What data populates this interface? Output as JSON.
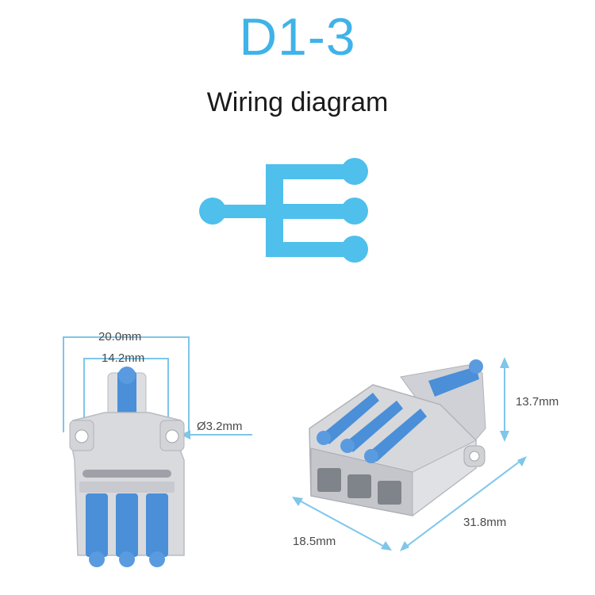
{
  "header": {
    "title": "D1-3",
    "subtitle": "Wiring diagram"
  },
  "colors": {
    "accent": "#3fb3e8",
    "lever_blue": "#4a8fd8",
    "housing_grey": "#d4d6da",
    "dimension_line": "#7ec6ea"
  },
  "diagram": {
    "icon": "wiring-1-in-3-out-icon"
  },
  "front_view": {
    "width_outer": "20.0mm",
    "width_inner": "14.2mm",
    "hole_diameter": "Ø3.2mm"
  },
  "iso_view": {
    "height": "13.7mm",
    "length": "31.8mm",
    "width": "18.5mm"
  }
}
